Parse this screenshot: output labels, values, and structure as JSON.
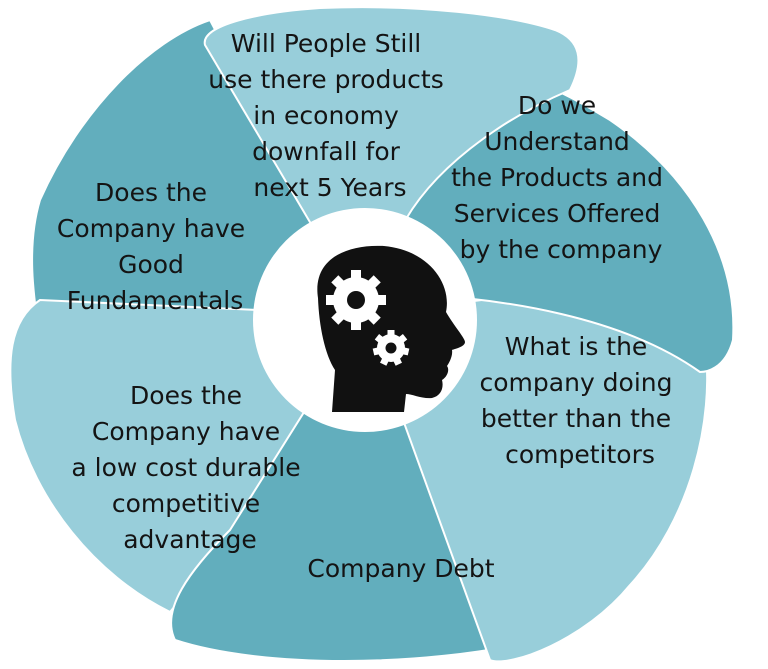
{
  "colors": {
    "petal_light": "#98CEDA",
    "petal_dark": "#62AEBD",
    "center_circle": "#FFFFFF",
    "icon": "#111111",
    "text": "#141414"
  },
  "center_icon": "head-with-gears-icon",
  "segments": [
    {
      "id": "top",
      "lines": [
        "Will People Still",
        "use there products",
        "in economy",
        "downfall for",
        "next 5 Years"
      ]
    },
    {
      "id": "upper-right",
      "lines": [
        "Do we",
        "Understand",
        "the Products and",
        "Services Offered",
        "by the company"
      ]
    },
    {
      "id": "lower-right",
      "lines": [
        "What is the",
        "company doing",
        "better than the",
        "competitors"
      ]
    },
    {
      "id": "bottom",
      "lines": [
        "Company Debt"
      ]
    },
    {
      "id": "lower-left",
      "lines": [
        "Does the",
        "Company have",
        "a low cost durable",
        "competitive",
        "advantage"
      ]
    },
    {
      "id": "upper-left",
      "lines": [
        "Does the",
        "Company have",
        "Good",
        "Fundamentals"
      ]
    }
  ]
}
